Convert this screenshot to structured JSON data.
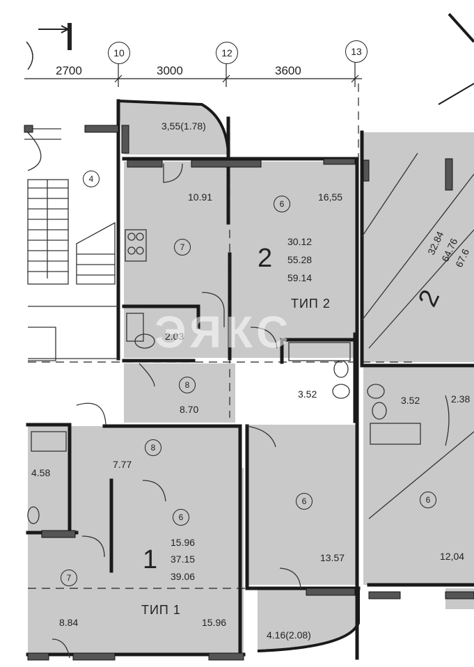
{
  "dimensions": {
    "d1": "2700",
    "d2": "3000",
    "d3": "3600"
  },
  "axes": {
    "a10": "10",
    "a12": "12",
    "a13": "13"
  },
  "apartment2": {
    "number": "2",
    "living_area": "30.12",
    "total_area": "55.28",
    "total_with_balcony": "59.14",
    "type_label": "ТИП 2",
    "kitchen_area": "10.91",
    "room_area": "16,55",
    "balcony_area": "3,55(1.78)",
    "bathroom_area": "3.52",
    "wc_area": "2.03",
    "hall_area": "8.70"
  },
  "apartment1": {
    "number": "1",
    "living_area": "15.96",
    "total_area": "37.15",
    "total_with_balcony": "39.06",
    "type_label": "ТИП 1",
    "hall_area": "7.77",
    "room_area": "15.96",
    "kitchen_area": "8.84",
    "bath_area": "4.58"
  },
  "apartment3": {
    "room_area": "13.57",
    "balcony_area": "4.16(2.08)"
  },
  "apartment_right": {
    "number": "2",
    "living_area": "32.84",
    "total_area": "64.76",
    "total_with_balcony_partial": "67.6",
    "bath_area": "3.52",
    "wc_area": "2.38",
    "room_area": "12,04"
  },
  "markers": {
    "stair": "4",
    "room": "6",
    "kitchen": "7",
    "hall": "8"
  },
  "watermark": "ЭЯКС",
  "colors": {
    "fill": "#c9c9c9",
    "wall": "#1a1a1a",
    "bg": "#ffffff"
  }
}
